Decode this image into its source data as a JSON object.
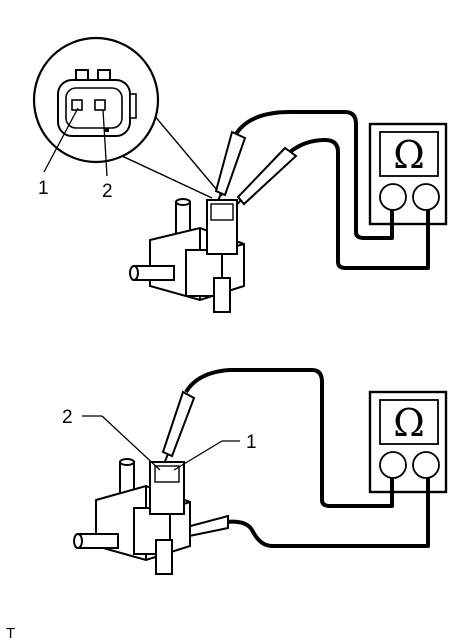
{
  "figure": {
    "top": {
      "callout_pin_1": "1",
      "callout_pin_2": "2",
      "meter_symbol": "Ω"
    },
    "bottom": {
      "callout_pin_2": "2",
      "callout_pin_1": "1",
      "meter_symbol": "Ω"
    },
    "figure_code": "T"
  }
}
